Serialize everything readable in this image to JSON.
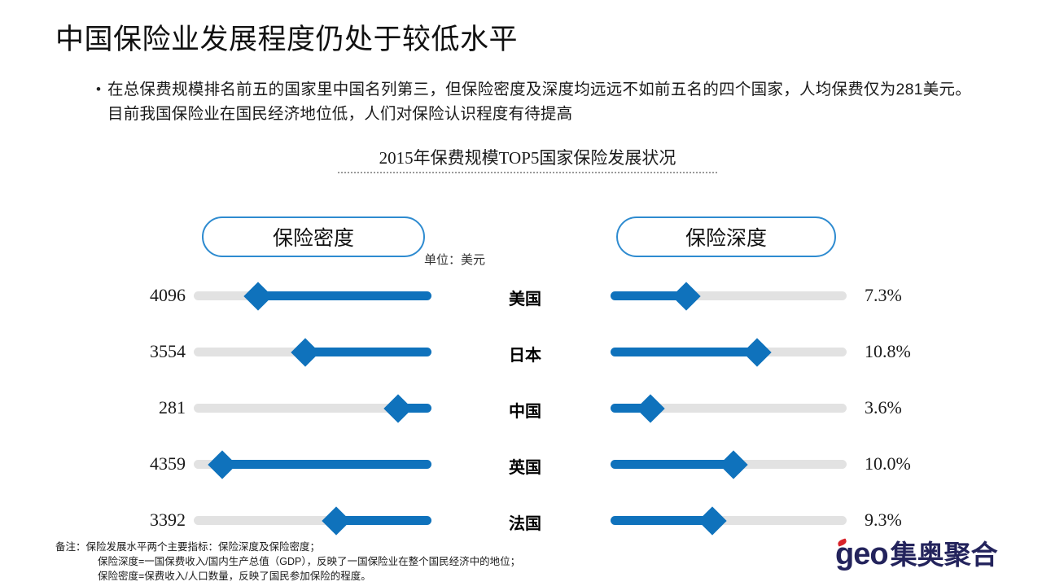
{
  "slide": {
    "title": "中国保险业发展程度仍处于较低水平",
    "bullet_marker": "•",
    "bullet_text": "在总保费规模排名前五的国家里中国名列第三，但保险密度及深度均远远不如前五名的四个国家，人均保费仅为281美元。目前我国保险业在国民经济地位低，人们对保险认识程度有待提高",
    "chart_heading": "2015年保费规模TOP5国家保险发展状况",
    "left_pill": "保险密度",
    "right_pill": "保险深度",
    "unit_label": "单位：美元"
  },
  "footnote": {
    "line1": "备注：保险发展水平两个主要指标：保险深度及保险密度；",
    "line2": "保险深度=一国保费收入/国内生产总值（GDP），反映了一国保险业在整个国民经济中的地位；",
    "line3": "保险密度=保费收入/人口数量，反映了国民参加保险的程度。"
  },
  "logo": {
    "mark": "geo",
    "wordmark": "集奥聚合",
    "color": "#23235c",
    "accent": "#d8232a"
  },
  "colors": {
    "bar_fill": "#0f72bc",
    "bar_track": "#e2e2e2",
    "pill_border": "#2e8bd0",
    "text": "#1a1a1a"
  },
  "chart_data": {
    "type": "bar",
    "title": "2015年保费规模TOP5国家保险发展状况",
    "categories": [
      "美国",
      "日本",
      "中国",
      "英国",
      "法国"
    ],
    "series": [
      {
        "name": "保险密度",
        "unit": "美元",
        "labels": [
          "4096",
          "3554",
          "281",
          "4359",
          "3392"
        ],
        "values": [
          4096,
          3554,
          281,
          4359,
          3392
        ],
        "marker_fraction": [
          0.27,
          0.47,
          0.86,
          0.12,
          0.6
        ],
        "fill_direction": "right"
      },
      {
        "name": "保险深度",
        "unit": "%",
        "labels": [
          "7.3%",
          "10.8%",
          "3.6%",
          "10.0%",
          "9.3%"
        ],
        "values": [
          7.3,
          10.8,
          3.6,
          10.0,
          9.3
        ],
        "marker_fraction": [
          0.32,
          0.62,
          0.17,
          0.52,
          0.43
        ],
        "fill_direction": "left"
      }
    ],
    "xlabel": "",
    "ylabel": "",
    "grid": false,
    "legend": [
      "保险密度",
      "保险深度"
    ]
  }
}
